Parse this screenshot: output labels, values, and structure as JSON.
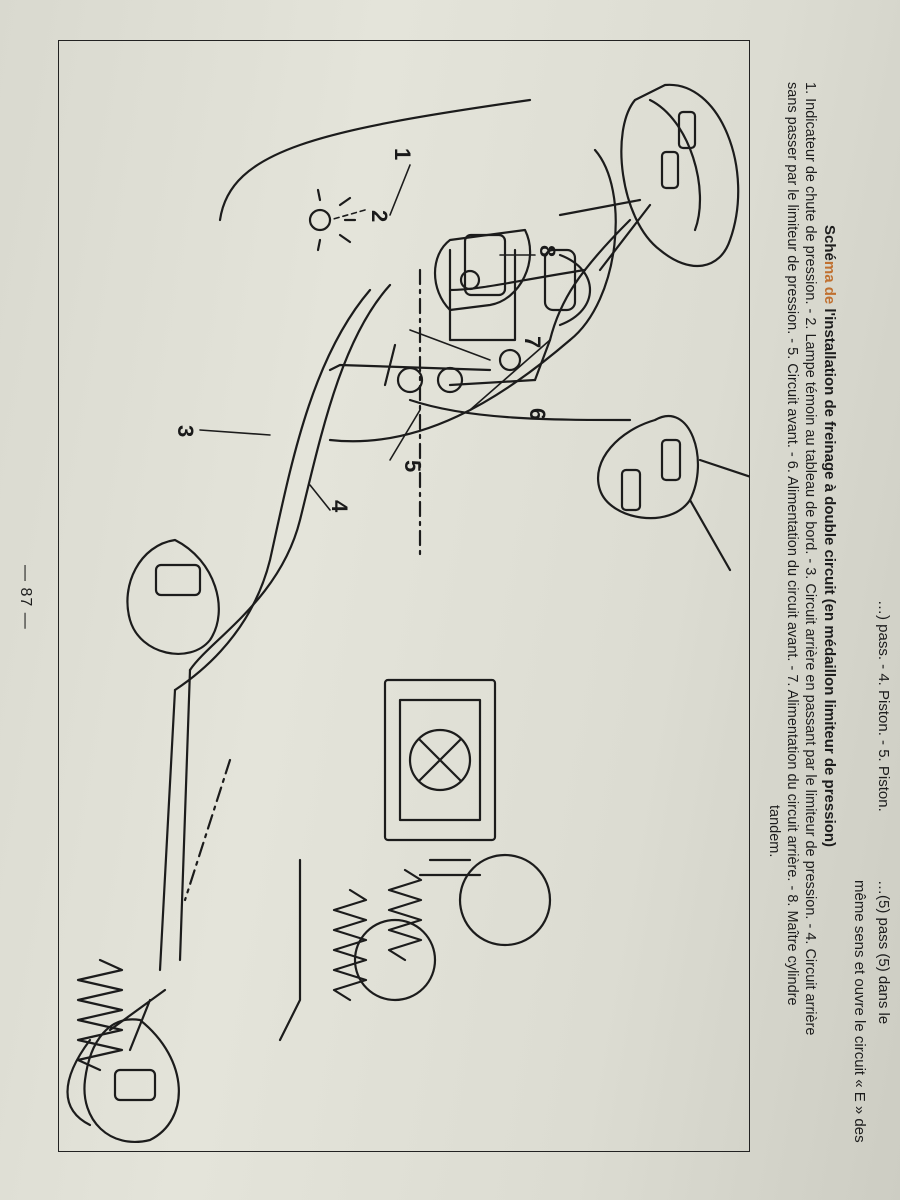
{
  "header": {
    "top_text": "…) pass. - 4. Piston. - 5. Piston.",
    "right_line1": "…(5) pass (5) dans le",
    "right_line2": "même sens et ouvre le circuit « E » des"
  },
  "caption": {
    "title_part1": "Sché",
    "title_highlight": "ma de",
    "title_part2": " l'installation de freinage à double circuit (en médaillon limiteur de pression)",
    "line1": "1. Indicateur de chute de pression. - 2. Lampe témoin au tableau de bord. - 3. Circuit arrière en passant par le limiteur de pression. - 4. Circuit arrière",
    "line2": "sans passer par le limiteur de pression. - 5. Circuit avant. - 6. Alimentation du circuit avant. - 7. Alimentation du circuit arrière. - 8. Maître cylindre",
    "line3": "tandem."
  },
  "callouts": [
    "1",
    "2",
    "3",
    "4",
    "5",
    "6",
    "7",
    "8"
  ],
  "page_number": "— 87 —",
  "colors": {
    "ink": "#1d1d1d",
    "paper": "#e0e0d6",
    "highlight": "#c07030"
  }
}
